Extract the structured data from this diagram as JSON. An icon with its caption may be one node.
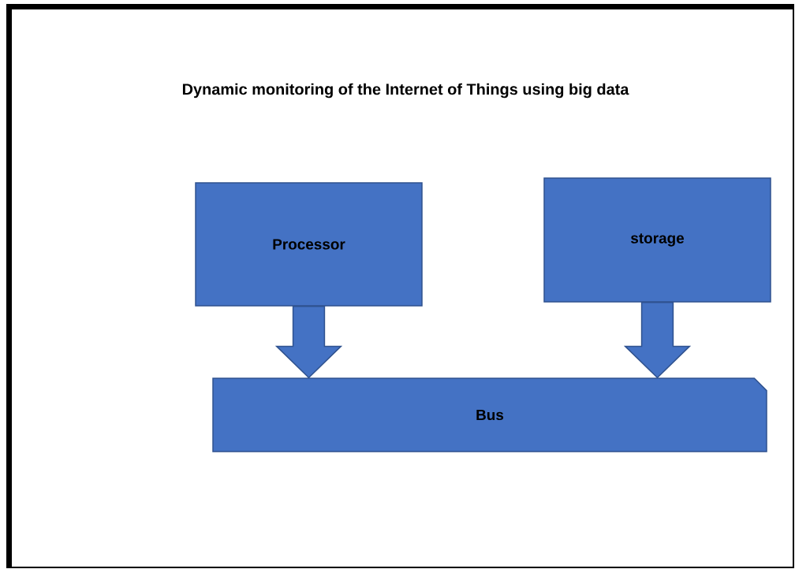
{
  "diagram": {
    "title": "Dynamic monitoring of the Internet of Things using big data",
    "nodes": [
      {
        "text": [
          "Processor"
        ]
      },
      {
        "text": [
          "storage"
        ]
      },
      {
        "text": [
          "Bus"
        ]
      }
    ],
    "edges": [
      {
        "from": 0,
        "to": 2,
        "arrow": "to"
      },
      {
        "from": 1,
        "to": 2,
        "arrow": "to"
      }
    ]
  }
}
